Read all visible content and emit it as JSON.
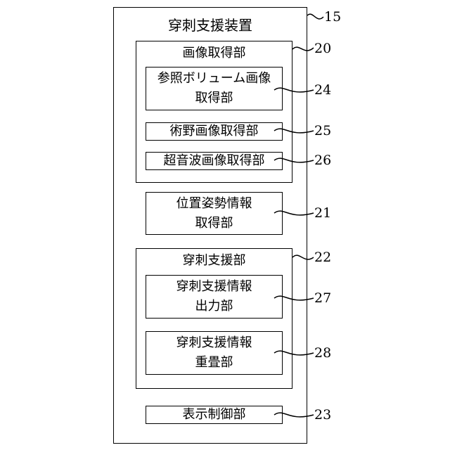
{
  "device": {
    "title": "穿刺支援装置",
    "ref": "15"
  },
  "image_acquisition": {
    "title": "画像取得部",
    "ref": "20",
    "reference_volume": {
      "line1": "参照ボリューム画像",
      "line2": "取得部",
      "ref": "24"
    },
    "surgical_field": {
      "label": "術野画像取得部",
      "ref": "25"
    },
    "ultrasound": {
      "label": "超音波画像取得部",
      "ref": "26"
    }
  },
  "position_orientation": {
    "line1": "位置姿勢情報",
    "line2": "取得部",
    "ref": "21"
  },
  "puncture_support": {
    "title": "穿刺支援部",
    "ref": "22",
    "output": {
      "line1": "穿刺支援情報",
      "line2": "出力部",
      "ref": "27"
    },
    "overlay": {
      "line1": "穿刺支援情報",
      "line2": "重畳部",
      "ref": "28"
    }
  },
  "display_control": {
    "label": "表示制御部",
    "ref": "23"
  }
}
